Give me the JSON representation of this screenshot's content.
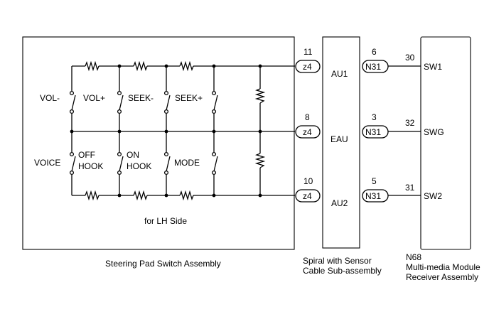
{
  "switch_assembly": {
    "name": "Steering Pad Switch Assembly",
    "side": "for LH Side",
    "switches": {
      "vol_minus": "VOL-",
      "vol_plus": "VOL+",
      "seek_minus": "SEEK-",
      "seek_plus": "SEEK+",
      "voice": "VOICE",
      "off_hook_1": "OFF",
      "off_hook_2": "HOOK",
      "on_hook_1": "ON",
      "on_hook_2": "HOOK",
      "mode": "MODE"
    }
  },
  "spiral": {
    "name_line1": "Spiral with Sensor",
    "name_line2": "Cable Sub-assembly",
    "pins": [
      "AU1",
      "EAU",
      "AU2"
    ]
  },
  "receiver": {
    "id": "N68",
    "name_line1": "Multi-media Module",
    "name_line2": "Receiver Assembly",
    "pins": [
      "SW1",
      "SWG",
      "SW2"
    ]
  },
  "wires": [
    {
      "z4_pin": "11",
      "z4": "z4",
      "n31_pin": "6",
      "n31": "N31",
      "n68_pin": "30",
      "terminal": "SW1",
      "spiral_pin": "AU1"
    },
    {
      "z4_pin": "8",
      "z4": "z4",
      "n31_pin": "3",
      "n31": "N31",
      "n68_pin": "32",
      "terminal": "SWG",
      "spiral_pin": "EAU"
    },
    {
      "z4_pin": "10",
      "z4": "z4",
      "n31_pin": "5",
      "n31": "N31",
      "n68_pin": "31",
      "terminal": "SW2",
      "spiral_pin": "AU2"
    }
  ]
}
